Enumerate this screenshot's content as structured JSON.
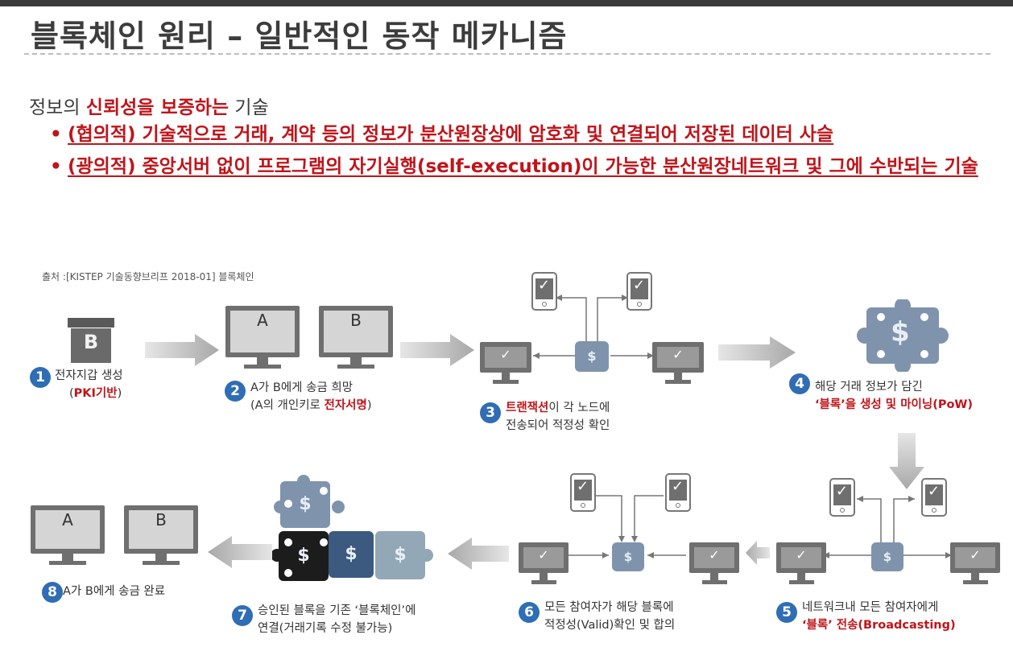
{
  "title": "블록체인 원리 – 일반적인 동작 메카니즘",
  "subtitle": {
    "pre": "정보의 ",
    "highlight": "신뢰성을 보증하는",
    "post": " 기술"
  },
  "bullets": [
    "(협의적) 기술적으로 거래, 계약 등의 정보가 분산원장상에 암호화 및 연결되어 저장된 데이터 사슬",
    "(광의적) 중앙서버 없이 프로그램의 자기실행(self-execution)이 가능한 분산원장네트워크 및 그에 수반되는 기술"
  ],
  "source": "출처 :[KISTEP 기술동향브리프 2018-01] 블록체인",
  "icons": {
    "bitcoin_box_letter": "B",
    "dollar": "$",
    "check": "✓"
  },
  "monitor_labels": {
    "a": "A",
    "b": "B"
  },
  "steps": {
    "s1": {
      "num": "1",
      "line1": "전자지갑 생성",
      "line2_red": "PKI기반",
      "line2_pre": "(",
      "line2_post": ")"
    },
    "s2": {
      "num": "2",
      "line1": "A가 B에게 송금 희망",
      "line2_pre": "(A의 개인키로 ",
      "line2_red": "전자서명",
      "line2_post": ")"
    },
    "s3": {
      "num": "3",
      "line1_red": "트랜잭션",
      "line1_post": "이 각 노드에",
      "line2": "전송되어 적정성 확인"
    },
    "s4": {
      "num": "4",
      "line1": "해당 거래 정보가 담긴",
      "line2_red": "‘블록’을 생성 및 마이닝(PoW)"
    },
    "s5": {
      "num": "5",
      "line1": "네트워크내 모든 참여자에게",
      "line2_red": "‘블록’ 전송(Broadcasting)"
    },
    "s6": {
      "num": "6",
      "line1": "모든 참여자가 해당 블록에",
      "line2": "적정성(Valid)확인 및 합의"
    },
    "s7": {
      "num": "7",
      "line1": "승인된 블록을 기존 ‘블록체인’에",
      "line2": "연결(거래기록 수정 불가능)"
    },
    "s8": {
      "num": "8",
      "line1": "A가 B에게 송금 완료"
    }
  },
  "colors": {
    "accent_red": "#c0141a",
    "step_blue": "#2f6db5",
    "puzzle_blue": "#7f93ad"
  }
}
